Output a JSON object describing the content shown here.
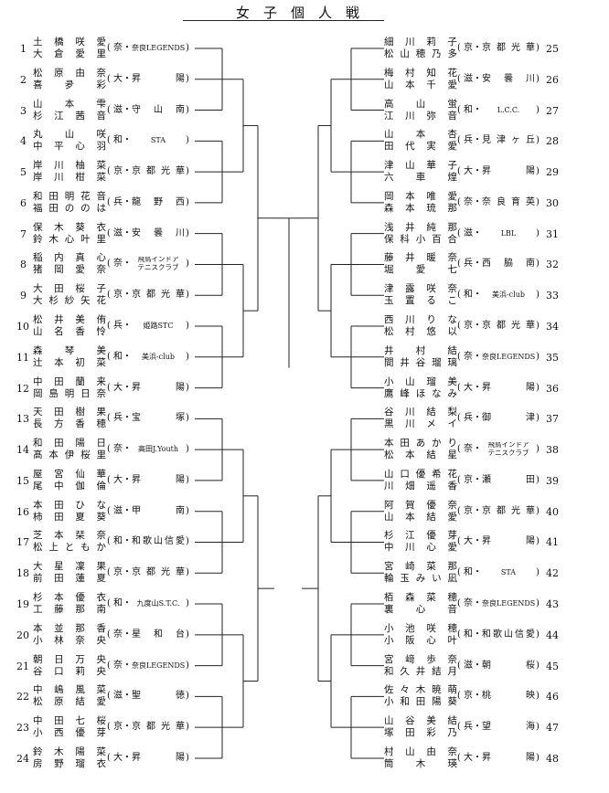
{
  "title": "女子個人戦",
  "left": [
    {
      "num": "1",
      "p1": "土 橋 咲 愛",
      "p2": "大 倉 愛 里",
      "club": "奈・奈良LEGENDS"
    },
    {
      "num": "2",
      "p1": "松 原 由 奈",
      "p2": "喜 夛 彩",
      "club": "大・昇 陽"
    },
    {
      "num": "3",
      "p1": "山 本 雫",
      "p2": "杉 江 茜 音",
      "club": "滋・守 山 南"
    },
    {
      "num": "4",
      "p1": "丸 山 咲",
      "p2": "中 平 心 羽",
      "club": "和・S T A"
    },
    {
      "num": "5",
      "p1": "岸 川 柚 菜",
      "p2": "岸 川 柑 菜",
      "club": "京・京都光華"
    },
    {
      "num": "6",
      "p1": "和田 明花音",
      "p2": "福田 ののは",
      "club": "兵・龍 野 西"
    },
    {
      "num": "7",
      "p1": "保 木 葵 衣",
      "p2": "鈴木 心叶里",
      "club": "滋・安 曇 川"
    },
    {
      "num": "8",
      "p1": "稲 内 真 心",
      "p2": "猪 岡 愛 奈",
      "club": "奈・飛鳥インドア テニスクラブ"
    },
    {
      "num": "9",
      "p1": "大 田 桜 子",
      "p2": "大杉 紗矢花",
      "club": "京・京都光華"
    },
    {
      "num": "10",
      "p1": "松 井 美 侑",
      "p2": "山 名 香 怜",
      "club": "兵・姫 路 STC"
    },
    {
      "num": "11",
      "p1": "森 琴 美",
      "p2": "辻 本 初 菜",
      "club": "和・美 浜 -club"
    },
    {
      "num": "12",
      "p1": "中 田 蘭 来",
      "p2": "岡島 明日奈",
      "club": "大・昇 陽"
    },
    {
      "num": "13",
      "p1": "天 田 樹 果",
      "p2": "長 方 香 穂",
      "club": "兵・宝 塚"
    },
    {
      "num": "14",
      "p1": "和 田 陽 日",
      "p2": "髙本 伊桜里",
      "club": "奈・高 田 J.Youth"
    },
    {
      "num": "15",
      "p1": "屋 宮 仙 華",
      "p2": "尾 中 伽 倫",
      "club": "大・昇 陽"
    },
    {
      "num": "16",
      "p1": "本 田 ひ な",
      "p2": "柿 田 夏 葵",
      "club": "滋・甲 南"
    },
    {
      "num": "17",
      "p1": "芝 本 栞 奈",
      "p2": "松 上 ともか",
      "club": "和・和歌山信愛"
    },
    {
      "num": "18",
      "p1": "大 星 凜 果",
      "p2": "前 田 蓮 夏",
      "club": "京・京都光華"
    },
    {
      "num": "19",
      "p1": "杉 本 優 衣",
      "p2": "工 藤 那 南",
      "club": "和・九度山S.T.C."
    },
    {
      "num": "20",
      "p1": "本 並 那 香",
      "p2": "小 林 奈 央",
      "club": "奈・星 和 台"
    },
    {
      "num": "21",
      "p1": "朝 日 万 央",
      "p2": "谷 口 莉 央",
      "club": "奈・奈良LEGENDS"
    },
    {
      "num": "22",
      "p1": "中 嶋 風 菜",
      "p2": "松 原 結 愛",
      "club": "滋・聖 徳"
    },
    {
      "num": "23",
      "p1": "中 田 七 桜",
      "p2": "小 西 優 芽",
      "club": "京・京都光華"
    },
    {
      "num": "24",
      "p1": "鈴 木 陽 菜",
      "p2": "房 野 瑠 衣",
      "club": "大・昇 陽"
    }
  ],
  "right": [
    {
      "num": "25",
      "p1": "細 川 莉 子",
      "p2": "松山 穂乃多",
      "club": "京・京都光華"
    },
    {
      "num": "26",
      "p1": "梅 村 知 花",
      "p2": "山 本 千 愛",
      "club": "滋・安 曇 川"
    },
    {
      "num": "27",
      "p1": "高 山 蛍",
      "p2": "江 川 弥 音",
      "club": "和・L.C.C."
    },
    {
      "num": "28",
      "p1": "山 本 杏",
      "p2": "田 代 実 愛",
      "club": "兵・見津ヶ丘"
    },
    {
      "num": "29",
      "p1": "津 山 華 子",
      "p2": "六 車 煌",
      "club": "大・昇 陽"
    },
    {
      "num": "30",
      "p1": "岡 本 唯 愛",
      "p2": "森 本 琉 那",
      "club": "奈・奈良育英"
    },
    {
      "num": "31",
      "p1": "浅 井 純 那",
      "p2": "保科 小百合",
      "club": "滋・L B L"
    },
    {
      "num": "32",
      "p1": "藤 井 暖 奈",
      "p2": "堀 愛 七",
      "club": "兵・西 脇 南"
    },
    {
      "num": "33",
      "p1": "津 露 咲 奈",
      "p2": "玉 置 る こ",
      "club": "和・美 浜 -club"
    },
    {
      "num": "34",
      "p1": "西 川 り な",
      "p2": "松 村 悠 以",
      "club": "京・京都光華"
    },
    {
      "num": "35",
      "p1": "井 村 結",
      "p2": "間井谷 瑠璃",
      "club": "奈・奈良LEGENDS"
    },
    {
      "num": "36",
      "p1": "小 山 瑠 美",
      "p2": "鷹峰 ほなみ",
      "club": "大・昇 陽"
    },
    {
      "num": "37",
      "p1": "谷 川 結 梨",
      "p2": "黒 川 メ イ",
      "club": "兵・御 津"
    },
    {
      "num": "38",
      "p1": "本田 あかり",
      "p2": "松 本 結 星",
      "club": "奈・飛鳥インドア テニスクラブ"
    },
    {
      "num": "39",
      "p1": "山口 優希花",
      "p2": "川 畑 遥 香",
      "club": "京・瀬 田"
    },
    {
      "num": "40",
      "p1": "阿 賀 優 奈",
      "p2": "山 本 結 愛",
      "club": "京・京都光華"
    },
    {
      "num": "41",
      "p1": "杉 江 優 芽",
      "p2": "中 川 心 愛",
      "club": "大・昇 陽"
    },
    {
      "num": "42",
      "p1": "宮 崎 菜 那",
      "p2": "輪玉 みい凪",
      "club": "和・S T A"
    },
    {
      "num": "43",
      "p1": "栢 森 菜 穂",
      "p2": "裏 心 音",
      "club": "奈・奈良LEGENDS"
    },
    {
      "num": "44",
      "p1": "小 池 咲 穂",
      "p2": "小 阪 心 叶",
      "club": "和・和歌山信愛"
    },
    {
      "num": "45",
      "p1": "宮 﨑 歩 奈",
      "p2": "和久井 結月",
      "club": "滋・朝 桜"
    },
    {
      "num": "46",
      "p1": "佐々木 暁萌",
      "p2": "小和田 陽葵",
      "club": "京・桃 映"
    },
    {
      "num": "47",
      "p1": "山 谷 美 結",
      "p2": "塚 田 彩 乃",
      "club": "兵・望 海"
    },
    {
      "num": "48",
      "p1": "村 山 由 奈",
      "p2": "筒 木 瑛",
      "club": "大・昇 陽"
    }
  ]
}
